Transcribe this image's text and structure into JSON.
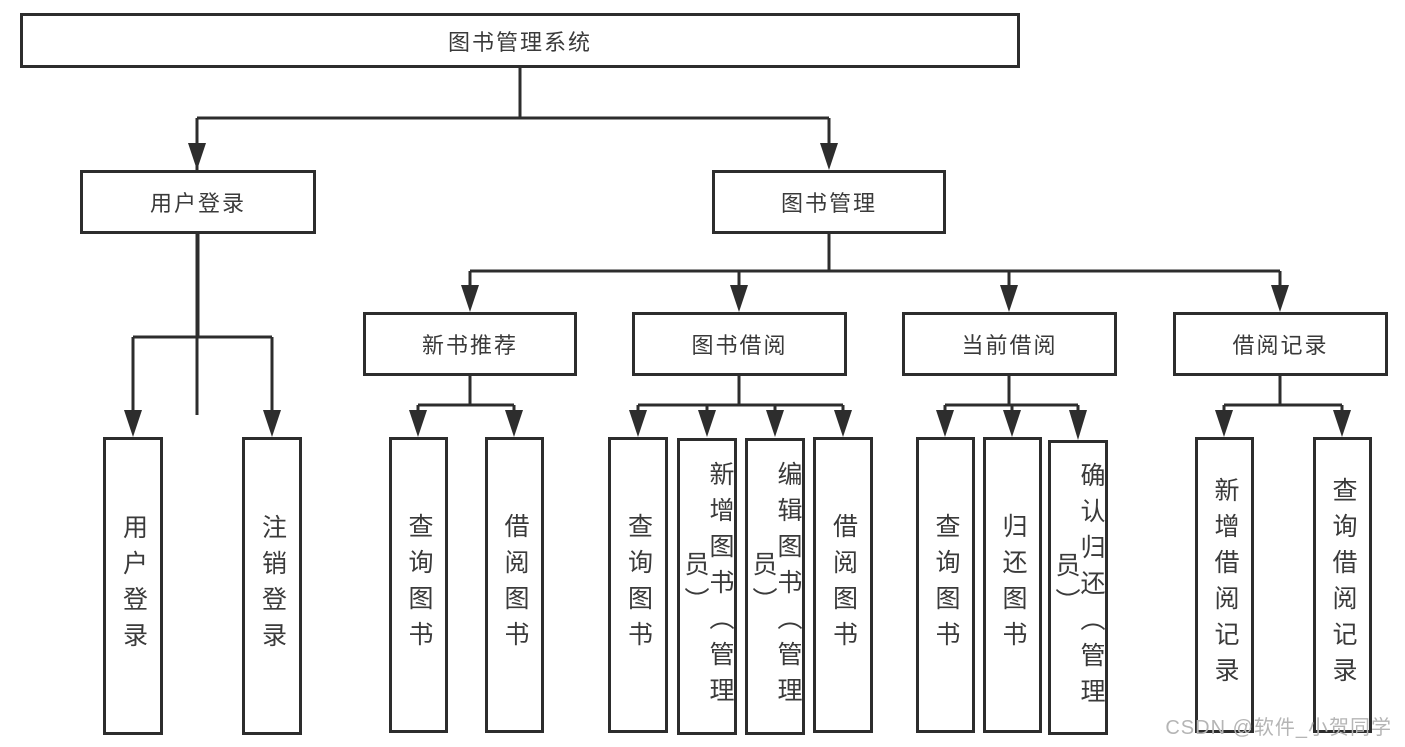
{
  "root": {
    "label": "图书管理系统"
  },
  "branches": [
    {
      "label": "用户登录",
      "children": [
        {
          "label": "用户登录"
        },
        {
          "label": "注销登录"
        }
      ]
    },
    {
      "label": "图书管理",
      "children": [
        {
          "label": "新书推荐",
          "children": [
            {
              "label": "查询图书"
            },
            {
              "label": "借阅图书"
            }
          ]
        },
        {
          "label": "图书借阅",
          "children": [
            {
              "label": "查询图书"
            },
            {
              "label": "新增图书（管理员）"
            },
            {
              "label": "编辑图书（管理员）"
            },
            {
              "label": "借阅图书"
            }
          ]
        },
        {
          "label": "当前借阅",
          "children": [
            {
              "label": "查询图书"
            },
            {
              "label": "归还图书"
            },
            {
              "label": "确认归还（管理员）"
            }
          ]
        },
        {
          "label": "借阅记录",
          "children": [
            {
              "label": "新增借阅记录"
            },
            {
              "label": "查询借阅记录"
            }
          ]
        }
      ]
    }
  ],
  "watermark": "CSDN @软件_小贺同学",
  "colors": {
    "line": "#2d2d2d",
    "box_border": "#2d2d2d",
    "box_background": "#ffffff",
    "text": "#3a3a3a",
    "watermark": "#b5b5b5",
    "background": "#ffffff"
  }
}
